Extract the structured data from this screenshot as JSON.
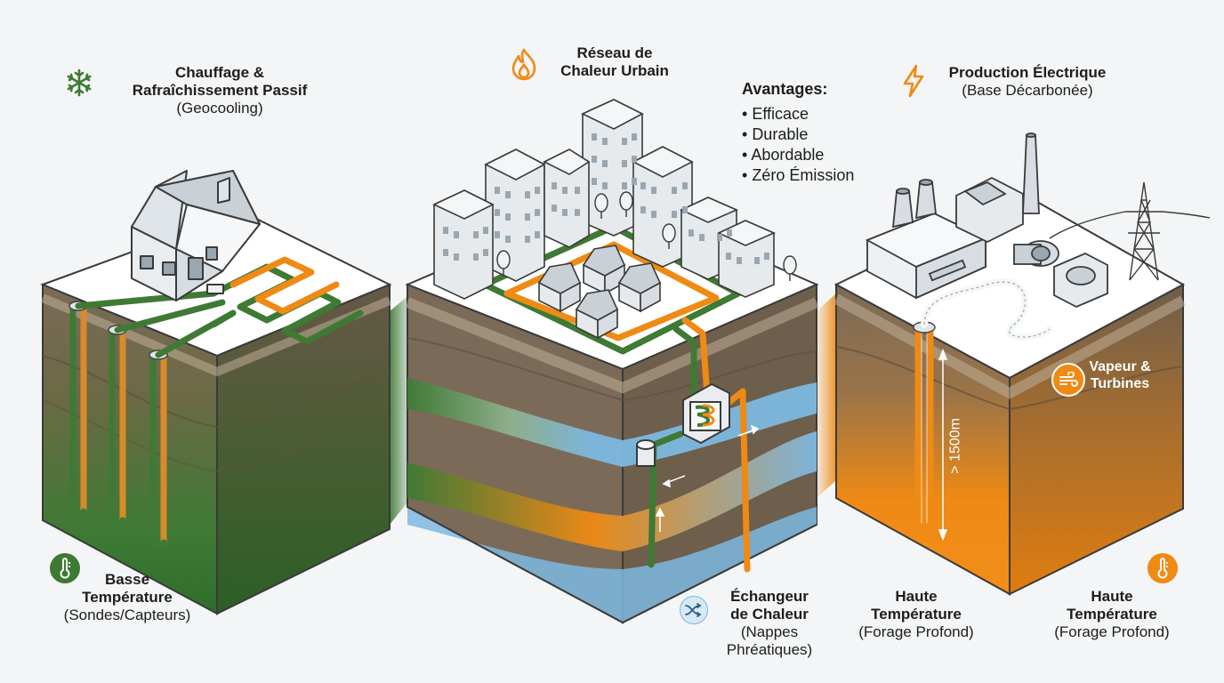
{
  "panels": {
    "geocooling": {
      "title_line1": "Chauffage &",
      "title_line2": "Rafraîchissement Passif",
      "subtitle": "(Geocooling)",
      "footer_bold_line1": "Basse",
      "footer_bold_line2": "Température",
      "footer_sub": "(Sondes/Capteurs)",
      "icon": "snowflake-icon",
      "footer_icon": "thermometer-icon"
    },
    "district_heating": {
      "title_line1": "Réseau de",
      "title_line2": "Chaleur Urbain",
      "icon": "flame-icon",
      "advantages_title": "Avantages:",
      "advantages": [
        "Efficace",
        "Durable",
        "Abordable",
        "Zéro Émission"
      ],
      "footer_bold_line1": "Échangeur",
      "footer_bold_line2": "de Chaleur",
      "footer_sub_line1": "(Nappes",
      "footer_sub_line2": "Phréatiques)",
      "footer_icon": "exchange-icon"
    },
    "power": {
      "title": "Production Électrique",
      "subtitle": "(Base Décarbonée)",
      "icon": "lightning-icon",
      "steam_line1": "Vapeur &",
      "steam_line2": "Turbines",
      "steam_icon": "wind-icon",
      "depth": "> 1500m",
      "footer_left_bold_line1": "Haute",
      "footer_left_bold_line2": "Température",
      "footer_left_sub": "(Forage Profond)",
      "footer_right_bold_line1": "Haute",
      "footer_right_bold_line2": "Température",
      "footer_right_sub": "(Forage Profond)",
      "footer_icon": "thermometer-icon"
    }
  },
  "colors": {
    "green": "#3e7a34",
    "orange": "#ef8a14",
    "blue": "#7db8e0",
    "earth": "#7b6a58"
  }
}
